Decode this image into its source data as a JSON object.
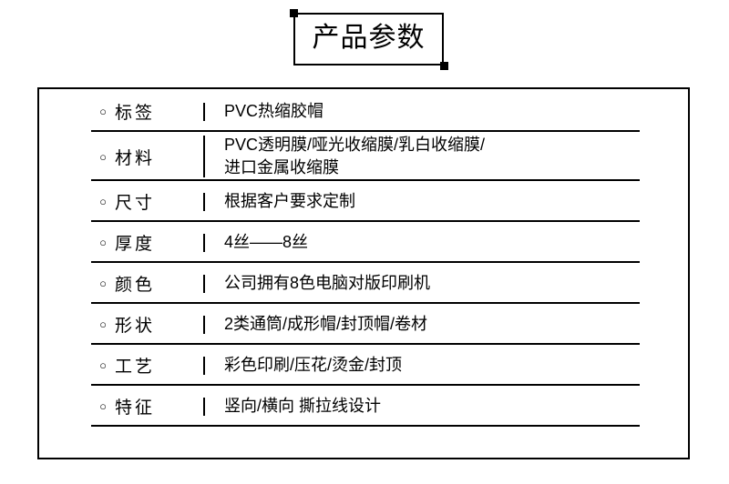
{
  "title": {
    "text": "产品参数",
    "corner_marker_color": "#000000"
  },
  "table": {
    "bullet_glyph": "○",
    "separator_glyph": "|",
    "rows": [
      {
        "label": "标签",
        "value": "PVC热缩胶帽",
        "lines": 1
      },
      {
        "label": "材料",
        "value": "PVC透明膜/哑光收缩膜/乳白收缩膜/\n进口金属收缩膜",
        "lines": 2
      },
      {
        "label": "尺寸",
        "value": "根据客户要求定制",
        "lines": 1
      },
      {
        "label": "厚度",
        "value": "4丝——8丝",
        "lines": 1
      },
      {
        "label": "颜色",
        "value": "公司拥有8色电脑对版印刷机",
        "lines": 1
      },
      {
        "label": "形状",
        "value": "2类通筒/成形帽/封顶帽/卷材",
        "lines": 1
      },
      {
        "label": "工艺",
        "value": "彩色印刷/压花/烫金/封顶",
        "lines": 1
      },
      {
        "label": "特征",
        "value": "竖向/横向 撕拉线设计",
        "lines": 1
      }
    ]
  },
  "colors": {
    "border": "#000000",
    "text": "#000000",
    "background": "#ffffff"
  }
}
